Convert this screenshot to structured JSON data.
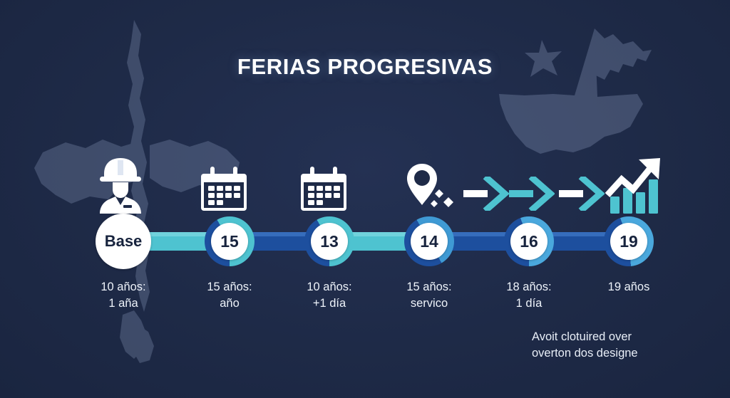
{
  "title": "FERIAS PROGRESIVAS",
  "colors": {
    "background": "#1e2a47",
    "cyan": "#4ec3d0",
    "blue": "#1d4f9e",
    "dark_blue": "#173a77",
    "white": "#ffffff",
    "text": "#eef3fa"
  },
  "timeline": {
    "nodes": [
      {
        "id": "base",
        "label": "Base",
        "icon": "worker-helmet-icon",
        "ring": "none"
      },
      {
        "id": "n15",
        "label": "15",
        "icon": "calendar-icon",
        "ring": "cyan-blue"
      },
      {
        "id": "n13",
        "label": "13",
        "icon": "calendar-icon",
        "ring": "cyan-blue"
      },
      {
        "id": "n14",
        "label": "14",
        "icon": "location-pin-sparkle-icon",
        "ring": "cyan-blue"
      },
      {
        "id": "n16",
        "label": "16",
        "icon": "arrow-right-icon",
        "ring": "cyan-blue"
      },
      {
        "id": "n19",
        "label": "19",
        "icon": "growth-chart-icon",
        "ring": "cyan-blue"
      }
    ],
    "connectors": [
      {
        "from": "base",
        "to": "n15",
        "color": "#4ec3d0"
      },
      {
        "from": "n15",
        "to": "n13",
        "color": "#1d4f9e"
      },
      {
        "from": "n13",
        "to": "n14",
        "color": "#4ec3d0"
      },
      {
        "from": "n14",
        "to": "n16",
        "color": "#1d4f9e"
      },
      {
        "from": "n16",
        "to": "n19",
        "color": "#1d4f9e"
      }
    ],
    "captions": [
      {
        "line1": "10 años:",
        "line2": "1 aña"
      },
      {
        "line1": "15 años:",
        "line2": "año"
      },
      {
        "line1": "10 años:",
        "line2": "+1 día"
      },
      {
        "line1": "15 años:",
        "line2": "servico"
      },
      {
        "line1": "18 años:",
        "line2": "1 día"
      },
      {
        "line1": "19 años",
        "line2": ""
      }
    ]
  },
  "arrows": [
    {
      "id": "arrow-1",
      "shaft": "#ffffff",
      "head": "#4ec3d0"
    },
    {
      "id": "arrow-2",
      "shaft": "#4ec3d0",
      "head": "#4ec3d0"
    },
    {
      "id": "arrow-3",
      "shaft": "#ffffff",
      "head": "#4ec3d0"
    }
  ],
  "footnote": {
    "line1": "Avoit clotuired over",
    "line2": "overton dos designe"
  }
}
